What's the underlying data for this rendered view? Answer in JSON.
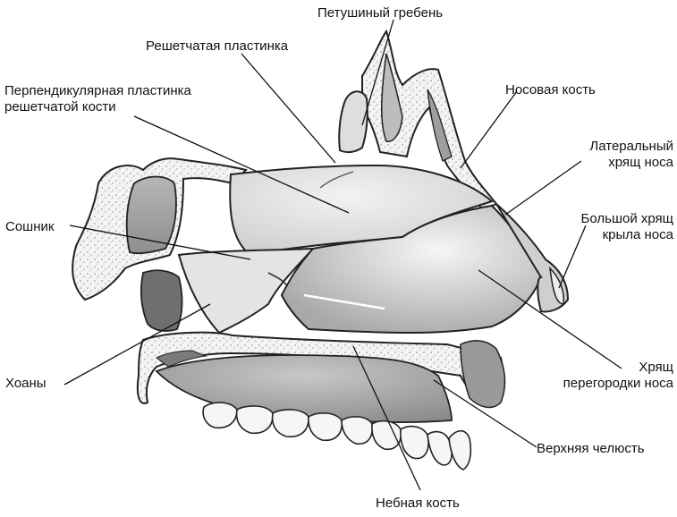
{
  "labels": {
    "crista_galli": "Петушиный гребень",
    "cribriform_plate": "Решетчатая пластинка",
    "perpendicular_plate_line1": "Перпендикулярная пластинка",
    "perpendicular_plate_line2": "решетчатой кости",
    "nasal_bone": "Носовая кость",
    "lateral_cartilage_line1": "Латеральный",
    "lateral_cartilage_line2": "хрящ носа",
    "alar_cartilage_line1": "Большой хрящ",
    "alar_cartilage_line2": "крыла носа",
    "vomer": "Сошник",
    "septal_cartilage_line1": "Хрящ",
    "septal_cartilage_line2": "перегородки носа",
    "choanae": "Хоаны",
    "maxilla": "Верхняя челюсть",
    "palatine_bone": "Небная кость"
  }
}
